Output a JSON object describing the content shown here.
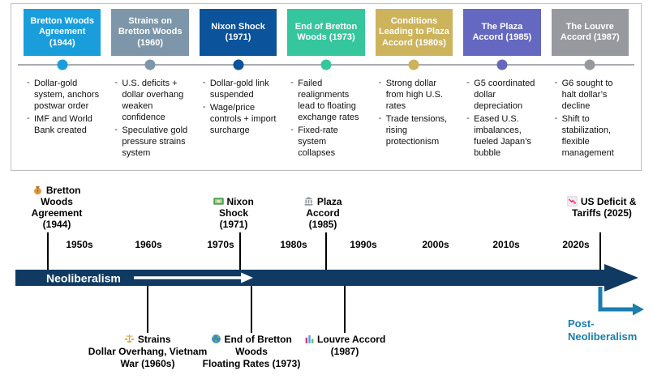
{
  "panel": {
    "cards": [
      {
        "title": "Bretton Woods Agreement (1944)",
        "color": "#1A9DDB",
        "bullets": [
          "Dollar-gold system, anchors postwar order",
          "IMF and World Bank created"
        ]
      },
      {
        "title": "Strains on Bretton Woods (1960)",
        "color": "#7D96A9",
        "bullets": [
          "U.S. deficits + dollar overhang weaken confidence",
          "Speculative gold pressure strains system"
        ]
      },
      {
        "title": "Nixon Shock (1971)",
        "color": "#0B539B",
        "bullets": [
          "Dollar-gold link suspended",
          "Wage/price controls + import surcharge"
        ]
      },
      {
        "title": "End of Bretton Woods (1973)",
        "color": "#36C69E",
        "bullets": [
          "Failed realignments lead to floating exchange rates",
          "Fixed-rate system collapses"
        ]
      },
      {
        "title": "Conditions Leading to Plaza Accord (1980s)",
        "color": "#CDB45C",
        "bullets": [
          "Strong dollar from high U.S. rates",
          "Trade tensions, rising protectionism"
        ]
      },
      {
        "title": "The Plaza Accord (1985)",
        "color": "#6568C0",
        "bullets": [
          "G5 coordinated dollar depreciation",
          "Eased U.S. imbalances, fueled Japan’s bubble"
        ]
      },
      {
        "title": "The Louvre Accord (1987)",
        "color": "#97999F",
        "bullets": [
          "G6 sought to halt dollar’s decline",
          "Shift to stabilization, flexible management"
        ]
      }
    ]
  },
  "timeline": {
    "decades": [
      "1950s",
      "1960s",
      "1970s",
      "1980s",
      "1990s",
      "2000s",
      "2010s",
      "2020s"
    ],
    "era_label": "Neoliberalism",
    "post_era_label": "Post-Neoliberalism",
    "arrow_color": "#103A61",
    "post_era_color": "#1B7EAC",
    "events_above": [
      {
        "icon": "money-bag-icon",
        "label": "Bretton Woods Agreement (1944)"
      },
      {
        "icon": "banknote-icon",
        "label": "Nixon Shock (1971)"
      },
      {
        "icon": "bank-icon",
        "label": "Plaza Accord (1985)"
      },
      {
        "icon": "chart-decreasing-icon",
        "label": "US Deficit & Tariffs (2025)"
      }
    ],
    "events_below": [
      {
        "icon": "scales-icon",
        "title": "Strains",
        "subtitle": "Dollar Overhang, Vietnam War (1960s)"
      },
      {
        "icon": "globe-icon",
        "title": "End of Bretton Woods",
        "subtitle": "Floating Rates (1973)"
      },
      {
        "icon": "bar-chart-icon",
        "title": "Louvre Accord",
        "subtitle": "(1987)"
      }
    ]
  }
}
